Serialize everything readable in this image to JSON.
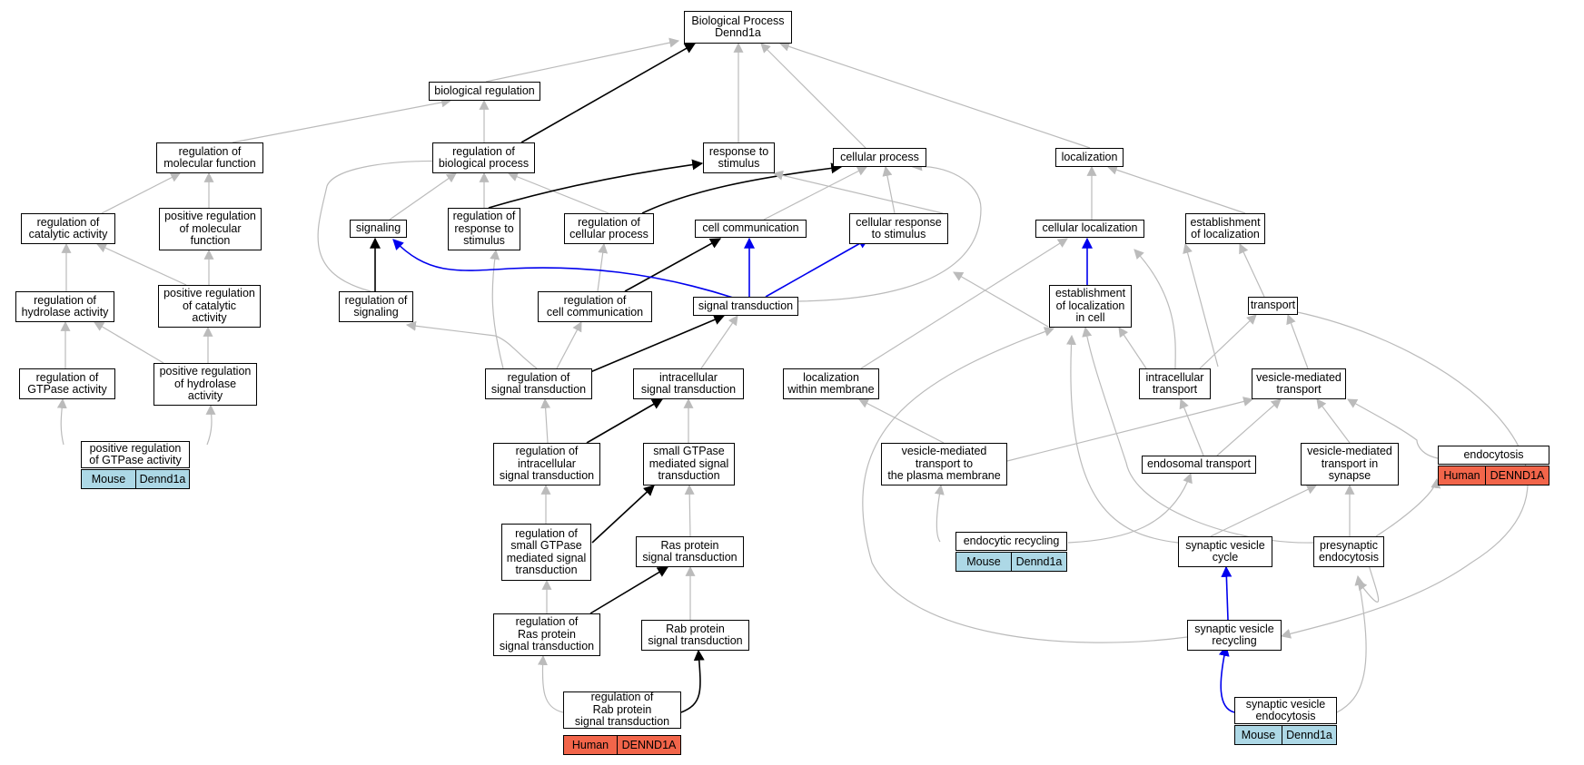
{
  "colors": {
    "edge_default": "#bbbbbb",
    "edge_path": "#000000",
    "edge_highlight": "#0000ee",
    "human_tag": "#f2654a",
    "mouse_tag": "#add8e6"
  },
  "nodes": {
    "bp": "Biological Process\nDennd1a",
    "bio_reg": "biological regulation",
    "reg_mol_func": "regulation of\nmolecular function",
    "reg_bio_proc": "regulation of\nbiological process",
    "resp_stim": "response to\nstimulus",
    "cell_proc": "cellular process",
    "localization": "localization",
    "reg_cat": "regulation of\ncatalytic activity",
    "pos_reg_mol_func": "positive regulation\nof molecular\nfunction",
    "signaling": "signaling",
    "reg_resp_stim": "regulation of\nresponse to\nstimulus",
    "reg_cell_proc": "regulation of\ncellular process",
    "cell_comm": "cell communication",
    "cell_resp_stim": "cellular response\nto stimulus",
    "cell_loc": "cellular localization",
    "est_loc": "establishment\nof localization",
    "reg_hydro": "regulation of\nhydrolase activity",
    "pos_reg_cat": "positive regulation\nof catalytic\nactivity",
    "reg_signaling": "regulation of\nsignaling",
    "reg_cell_comm": "regulation of\ncell communication",
    "sig_trans": "signal transduction",
    "est_loc_cell": "establishment\nof localization\nin cell",
    "transport": "transport",
    "reg_gtpase": "regulation of\nGTPase activity",
    "pos_reg_hydro": "positive regulation\nof hydrolase\nactivity",
    "reg_sig_trans": "regulation of\nsignal transduction",
    "intra_sig_trans": "intracellular\nsignal transduction",
    "loc_membrane": "localization\nwithin membrane",
    "intra_transport": "intracellular\ntransport",
    "ves_transport": "vesicle-mediated\ntransport",
    "pos_reg_gtpase": "positive regulation\nof GTPase activity",
    "reg_intra_sig": "regulation of\nintracellular\nsignal transduction",
    "small_gtpase": "small GTPase\nmediated signal\ntransduction",
    "ves_plasma": "vesicle-mediated\ntransport to\nthe plasma membrane",
    "endo_transport": "endosomal transport",
    "ves_synapse": "vesicle-mediated\ntransport in\nsynapse",
    "endocytosis": "endocytosis",
    "endo_recycling": "endocytic recycling",
    "reg_small_gtpase": "regulation of\nsmall GTPase\nmediated signal\ntransduction",
    "ras_sig": "Ras protein\nsignal transduction",
    "syn_ves_cycle": "synaptic vesicle\ncycle",
    "presyn_endo": "presynaptic\nendocytosis",
    "reg_ras": "regulation of\nRas protein\nsignal transduction",
    "rab_sig": "Rab protein\nsignal transduction",
    "syn_ves_recycling": "synaptic vesicle\nrecycling",
    "reg_rab": "regulation of\nRab protein\nsignal transduction",
    "syn_ves_endo": "synaptic vesicle\nendocytosis"
  },
  "tags": {
    "pos_reg_gtpase": {
      "species": "Mouse",
      "gene": "Dennd1a"
    },
    "endocytosis": {
      "species": "Human",
      "gene": "DENND1A"
    },
    "endo_recycling": {
      "species": "Mouse",
      "gene": "Dennd1a"
    },
    "reg_rab": {
      "species": "Human",
      "gene": "DENND1A"
    },
    "syn_ves_endo": {
      "species": "Mouse",
      "gene": "Dennd1a"
    }
  }
}
